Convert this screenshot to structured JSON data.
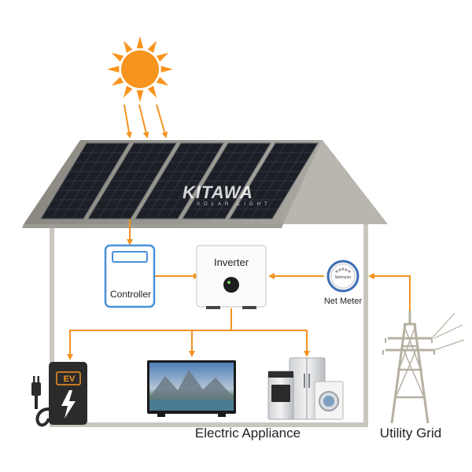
{
  "labels": {
    "controller": "Controller",
    "inverter": "Inverter",
    "net_meter": "Net Meter",
    "net_meter_face": "Netmeter",
    "electric_appliance": "Electric Appliance",
    "utility_grid": "Utility Grid",
    "ev": "EV"
  },
  "watermark": {
    "brand": "KITAWA",
    "tagline": "SOLAR LIGHT"
  },
  "colors": {
    "flow_arrow": "#f39221",
    "sun": "#f7941d",
    "house_outline": "#c8c6bf",
    "controller_blue": "#4a90d9",
    "ev_charger": "#2b2b2b"
  }
}
